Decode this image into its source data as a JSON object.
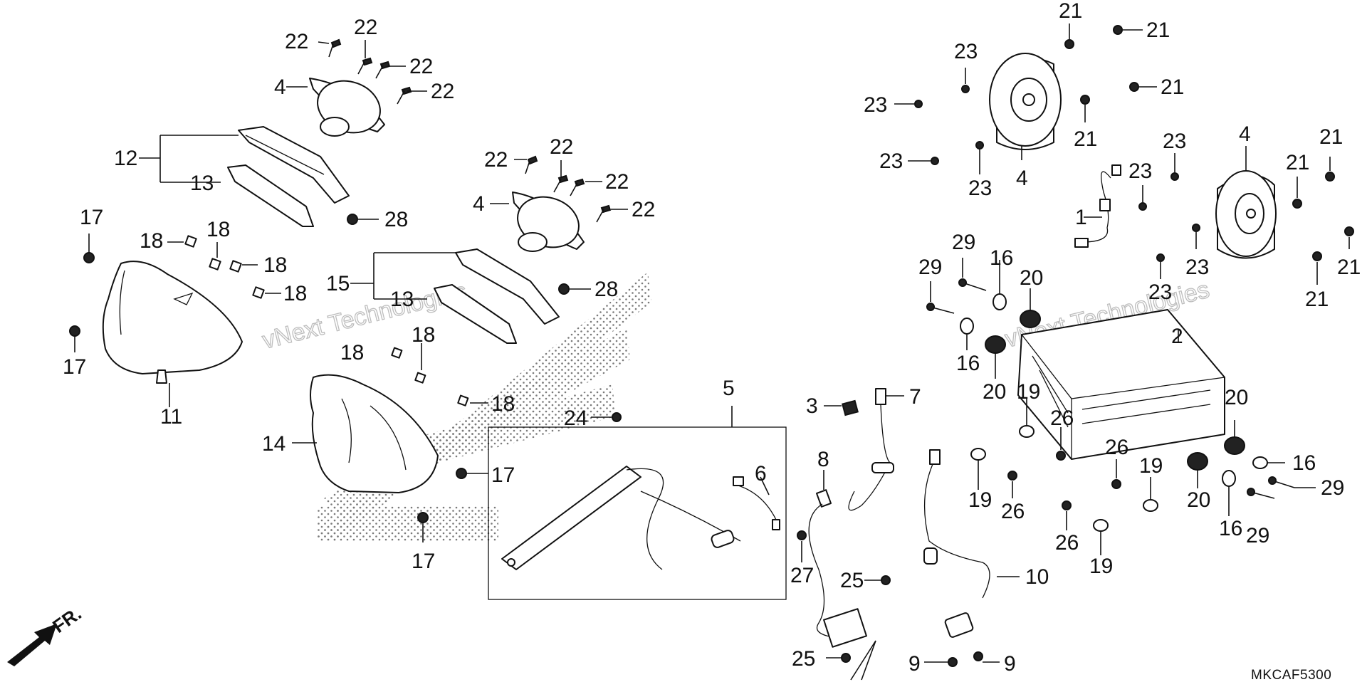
{
  "diagram": {
    "code": "MKCAF5300",
    "front_label": "FR.",
    "watermark_1": "vNext Technologies",
    "watermark_2": "vNext Technologies",
    "labels": {
      "p1": "1",
      "p2": "2",
      "p3": "3",
      "p4a": "4",
      "p4b": "4",
      "p4c": "4",
      "p4d": "4",
      "p5": "5",
      "p6": "6",
      "p7": "7",
      "p8": "8",
      "p9a": "9",
      "p9b": "9",
      "p10": "10",
      "p11": "11",
      "p12": "12",
      "p13a": "13",
      "p13b": "13",
      "p14": "14",
      "p15": "15",
      "p16a": "16",
      "p16b": "16",
      "p16c": "16",
      "p16d": "16",
      "p17a": "17",
      "p17b": "17",
      "p17c": "17",
      "p17d": "17",
      "p18a": "18",
      "p18b": "18",
      "p18c": "18",
      "p18d": "18",
      "p18e": "18",
      "p18f": "18",
      "p18g": "18",
      "p19a": "19",
      "p19b": "19",
      "p19c": "19",
      "p19d": "19",
      "p20a": "20",
      "p20b": "20",
      "p20c": "20",
      "p20d": "20",
      "p21a": "21",
      "p21b": "21",
      "p21c": "21",
      "p21d": "21",
      "p21e": "21",
      "p21f": "21",
      "p21g": "21",
      "p22a": "22",
      "p22b": "22",
      "p22c": "22",
      "p22d": "22",
      "p22e": "22",
      "p22f": "22",
      "p22g": "22",
      "p22h": "22",
      "p23a": "23",
      "p23b": "23",
      "p23c": "23",
      "p23d": "23",
      "p23e": "23",
      "p23f": "23",
      "p23g": "23",
      "p23h": "23",
      "p24": "24",
      "p25a": "25",
      "p25b": "25",
      "p26a": "26",
      "p26b": "26",
      "p26c": "26",
      "p26d": "26",
      "p27": "27",
      "p28a": "28",
      "p28b": "28",
      "p29a": "29",
      "p29b": "29",
      "p29c": "29",
      "p29d": "29"
    }
  }
}
